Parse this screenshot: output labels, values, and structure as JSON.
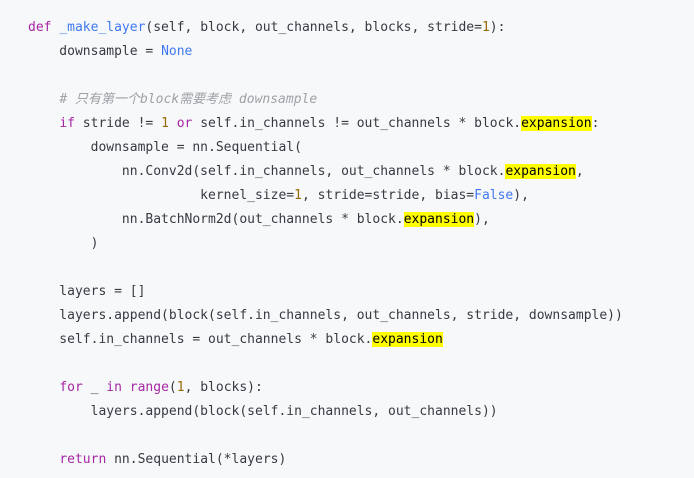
{
  "code_block": {
    "language": "python",
    "highlight_color": "#ffff00",
    "keyword_color": "#a626a4",
    "function_color": "#4078f2",
    "number_color": "#986801",
    "comment_color": "#a0a1a7",
    "lines": [
      [
        {
          "t": "def",
          "c": "kw"
        },
        {
          "t": " ",
          "c": "plain"
        },
        {
          "t": "_make_layer",
          "c": "fn"
        },
        {
          "t": "(self, block, out_channels, blocks, stride=",
          "c": "plain"
        },
        {
          "t": "1",
          "c": "num"
        },
        {
          "t": "):",
          "c": "plain"
        }
      ],
      [
        {
          "t": "    downsample = ",
          "c": "plain"
        },
        {
          "t": "None",
          "c": "bi"
        }
      ],
      [],
      [
        {
          "t": "    ",
          "c": "plain"
        },
        {
          "t": "# 只有第一个block需要考虑 downsample",
          "c": "cm"
        }
      ],
      [
        {
          "t": "    ",
          "c": "plain"
        },
        {
          "t": "if",
          "c": "kw"
        },
        {
          "t": " stride != ",
          "c": "plain"
        },
        {
          "t": "1",
          "c": "num"
        },
        {
          "t": " ",
          "c": "plain"
        },
        {
          "t": "or",
          "c": "kw"
        },
        {
          "t": " self.in_channels != out_channels * block.",
          "c": "plain"
        },
        {
          "t": "expansion",
          "c": "hl"
        },
        {
          "t": ":",
          "c": "plain"
        }
      ],
      [
        {
          "t": "        downsample = nn.Sequential(",
          "c": "plain"
        }
      ],
      [
        {
          "t": "            nn.Conv2d(self.in_channels, out_channels * block.",
          "c": "plain"
        },
        {
          "t": "expansion",
          "c": "hl"
        },
        {
          "t": ",",
          "c": "plain"
        }
      ],
      [
        {
          "t": "                      kernel_size=",
          "c": "plain"
        },
        {
          "t": "1",
          "c": "num"
        },
        {
          "t": ", stride=stride, bias=",
          "c": "plain"
        },
        {
          "t": "False",
          "c": "bi"
        },
        {
          "t": "),",
          "c": "plain"
        }
      ],
      [
        {
          "t": "            nn.BatchNorm2d(out_channels * block.",
          "c": "plain"
        },
        {
          "t": "expansion",
          "c": "hl"
        },
        {
          "t": "),",
          "c": "plain"
        }
      ],
      [
        {
          "t": "        )",
          "c": "plain"
        }
      ],
      [],
      [
        {
          "t": "    layers = []",
          "c": "plain"
        }
      ],
      [
        {
          "t": "    layers.append(block(self.in_channels, out_channels, stride, downsample))",
          "c": "plain"
        }
      ],
      [
        {
          "t": "    self.in_channels = out_channels * block.",
          "c": "plain"
        },
        {
          "t": "expansion",
          "c": "hl"
        }
      ],
      [],
      [
        {
          "t": "    ",
          "c": "plain"
        },
        {
          "t": "for",
          "c": "kw"
        },
        {
          "t": " _ ",
          "c": "plain"
        },
        {
          "t": "in",
          "c": "kw"
        },
        {
          "t": " ",
          "c": "plain"
        },
        {
          "t": "range",
          "c": "kw"
        },
        {
          "t": "(",
          "c": "plain"
        },
        {
          "t": "1",
          "c": "num"
        },
        {
          "t": ", blocks):",
          "c": "plain"
        }
      ],
      [
        {
          "t": "        layers.append(block(self.in_channels, out_channels))",
          "c": "plain"
        }
      ],
      [],
      [
        {
          "t": "    ",
          "c": "plain"
        },
        {
          "t": "return",
          "c": "kw"
        },
        {
          "t": " nn.Sequential(*layers)",
          "c": "plain"
        }
      ]
    ]
  }
}
